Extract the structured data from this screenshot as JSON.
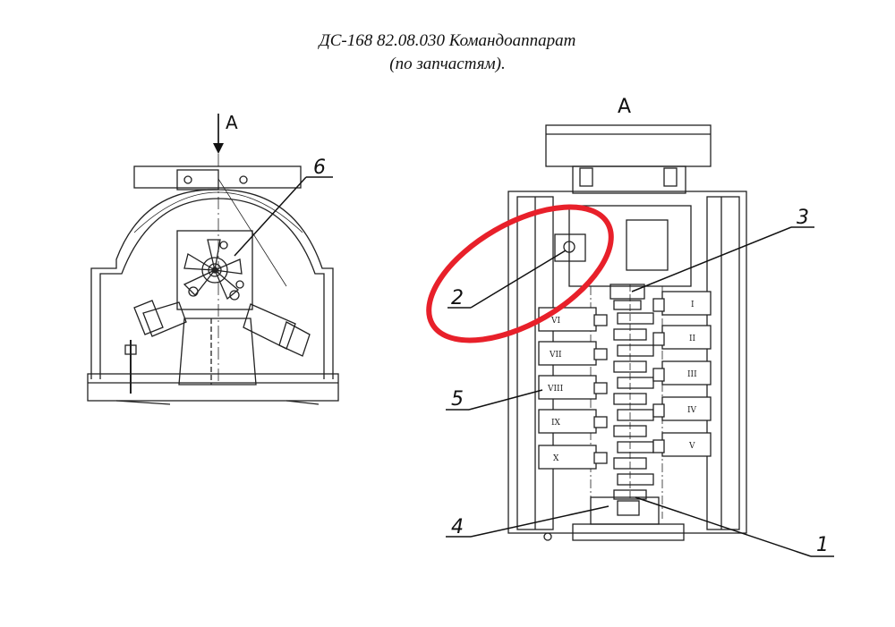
{
  "title": {
    "line1": "ДС-168 82.08.030 Командоаппарат",
    "line2": "(по запчастям)."
  },
  "view_labels": {
    "arrow_label": "А",
    "view_label": "А"
  },
  "callouts": [
    "1",
    "2",
    "3",
    "4",
    "5",
    "6"
  ],
  "switch_labels_right": [
    "I",
    "II",
    "III",
    "IV",
    "V"
  ],
  "switch_labels_left": [
    "VI",
    "VII",
    "VIII",
    "IX",
    "X"
  ],
  "highlight": {
    "target_callout": "2",
    "color": "#e8202a"
  }
}
